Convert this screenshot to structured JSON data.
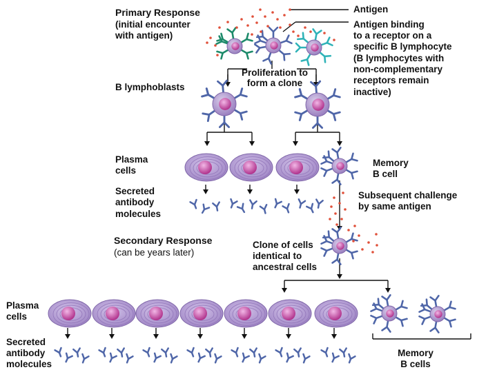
{
  "labels": {
    "primary_response_title": "Primary Response",
    "primary_response_sub_1": "(initial encounter",
    "primary_response_sub_2": "with antigen)",
    "antigen": "Antigen",
    "antigen_binding_1": "Antigen binding",
    "antigen_binding_2": "to a receptor on a",
    "antigen_binding_3": "specific B lymphocyte",
    "antigen_binding_4": "(B lymphocytes with",
    "antigen_binding_5": "non-complementary",
    "antigen_binding_6": "receptors remain",
    "antigen_binding_7": "inactive)",
    "proliferation_1": "Proliferation to",
    "proliferation_2": "form a clone",
    "b_lymphoblasts": "B lymphoblasts",
    "plasma_cells_1": "Plasma",
    "plasma_cells_2": "cells",
    "memory_b_cell_1": "Memory",
    "memory_b_cell_2": "B cell",
    "secreted_1": "Secreted",
    "secreted_2": "antibody",
    "secreted_3": "molecules",
    "subsequent_1": "Subsequent challenge",
    "subsequent_2": "by same antigen",
    "secondary_response_title": "Secondary Response",
    "secondary_response_sub": "(can be years later)",
    "clone_1": "Clone of cells",
    "clone_2": "identical to",
    "clone_3": "ancestral cells",
    "plasma_cells_b_1": "Plasma",
    "plasma_cells_b_2": "cells",
    "secreted_b_1": "Secreted",
    "secreted_b_2": "antibody",
    "secreted_b_3": "molecules",
    "memory_b_cells_1": "Memory",
    "memory_b_cells_2": "B cells"
  },
  "colors": {
    "cell_body": "#a88fc9",
    "cell_edge": "#7f66a8",
    "nucleus": "#c0429b",
    "nucleus_highlight": "#e79bd6",
    "plasma_body": "#b59bd3",
    "receptor_blue": "#4f66a8",
    "receptor_teal": "#2fb3b8",
    "receptor_green": "#1d8a6a",
    "antigen_dot": "#e0503a",
    "line": "#111111"
  },
  "icons": {
    "b_lymphocyte": "b-lymphocyte-icon",
    "plasma_cell": "plasma-cell-icon",
    "antibody": "antibody-icon",
    "antigen": "antigen-dot-icon"
  }
}
